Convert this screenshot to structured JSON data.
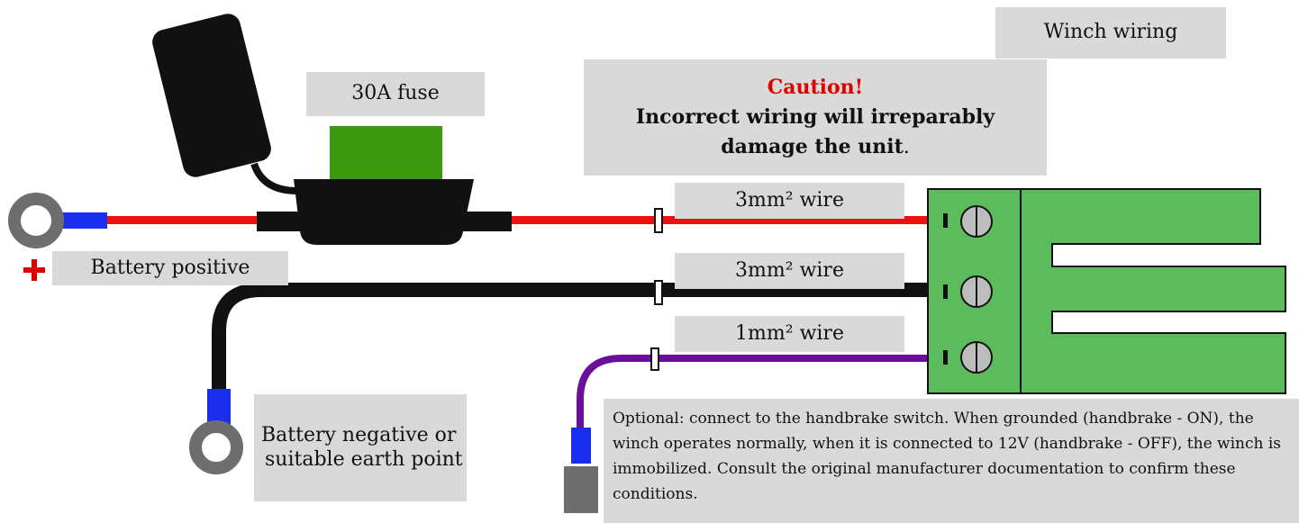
{
  "labels": {
    "winch_title": "Winch wiring",
    "fuse": "30A fuse",
    "caution_title": "Caution!",
    "caution_line1": "Incorrect wiring will irreparably",
    "caution_line2_bold": "damage the unit",
    "caution_line2_end": ".",
    "wire_pos": "3mm² wire",
    "wire_neg": "3mm² wire",
    "wire_signal": "1mm² wire",
    "battery_positive": "Battery positive",
    "battery_negative_line1": "Battery negative or",
    "battery_negative_line2": "suitable earth point",
    "optional_note": "Optional: connect to the handbrake switch. When grounded (handbrake - ON), the winch operates normally, when it is connected to 12V (handbrake - OFF), the winch is immobilized.  Consult the original manufacturer documentation to confirm these conditions."
  },
  "colors": {
    "positive_wire": "#ee1111",
    "negative_wire": "#111111",
    "signal_wire": "#6a0f9a",
    "connector": "#5cbb5c",
    "fuse": "#3d9a10",
    "terminal_sleeve": "#1a2ef0",
    "ring_terminal": "#6e6e6e",
    "caution_text": "#e00000"
  },
  "icons": {
    "positive_marker": "plus-icon",
    "screw_terminal": "screw-terminal-icon"
  }
}
